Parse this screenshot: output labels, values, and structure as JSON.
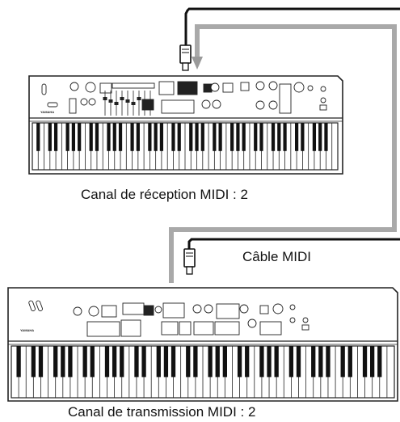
{
  "labels": {
    "receive_channel": "Canal de réception MIDI : 2",
    "midi_cable": "Câble MIDI",
    "transmit_channel": "Canal de transmission MIDI : 2"
  },
  "keyboards": [
    {
      "id": "upper",
      "brand": "YAMAHA",
      "white_keys": 52
    },
    {
      "id": "lower",
      "brand": "YAMAHA",
      "white_keys": 52
    }
  ],
  "colors": {
    "cable_black": "#111111",
    "cable_gray": "#a9a9a9",
    "arrow_gray": "#9a9a9a",
    "outline": "#222222"
  }
}
